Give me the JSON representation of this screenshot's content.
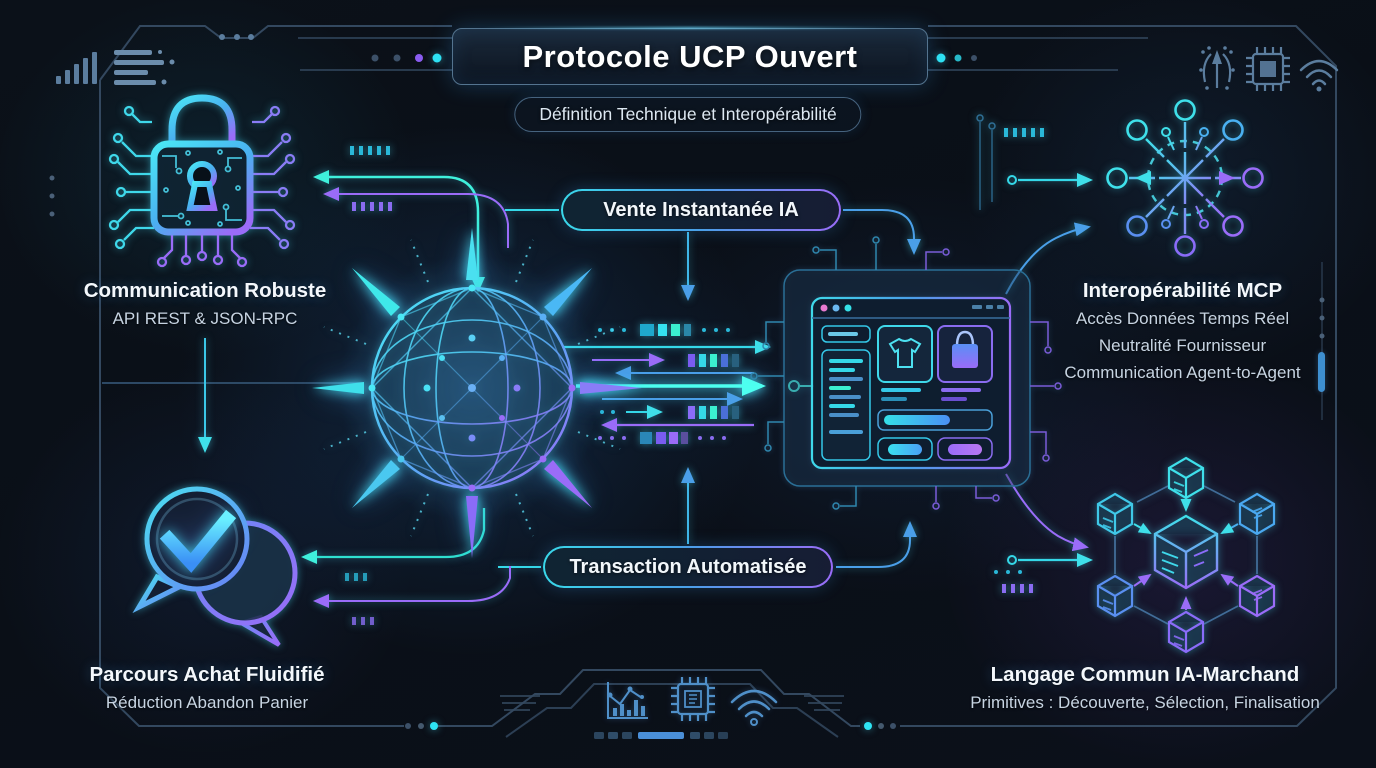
{
  "header": {
    "title": "Protocole UCP Ouvert",
    "subtitle": "Définition Technique et Interopérabilité"
  },
  "flow": {
    "top_label": "Vente Instantanée IA",
    "bottom_label": "Transaction Automatisée"
  },
  "features": {
    "top_left": {
      "title": "Communication Robuste",
      "lines": [
        "API REST & JSON-RPC"
      ]
    },
    "top_right": {
      "title": "Interopérabilité MCP",
      "lines": [
        "Accès Données Temps Réel",
        "Neutralité Fournisseur",
        "Communication Agent-to-Agent"
      ]
    },
    "bottom_left": {
      "title": "Parcours Achat Fluidifié",
      "lines": [
        "Réduction Abandon Panier"
      ]
    },
    "bottom_right": {
      "title": "Langage Commun IA-Marchand",
      "lines": [
        "Primitives : Découverte, Sélection, Finalisation"
      ]
    }
  },
  "icons": {
    "top_left_corner": [
      "signal-bars-icon",
      "menu-lines-icon"
    ],
    "top_right_corner": [
      "circuit-branch-icon",
      "chip-icon",
      "wifi-icon"
    ],
    "bottom_center": [
      "analytics-chart-icon",
      "chip-icon",
      "wifi-icon"
    ],
    "quadrants": [
      "circuit-padlock-icon",
      "network-hub-icon",
      "chat-check-icon",
      "cube-network-icon"
    ],
    "center": [
      "ai-network-sphere",
      "storefront-window"
    ]
  },
  "colors": {
    "background": "#0a0f17",
    "frame": "#33485f",
    "cyan": "#3fe3f2",
    "teal": "#2fe0c8",
    "blue": "#4a9fe8",
    "purple": "#9a6cf8",
    "pink": "#e87ad0",
    "text": "#f2f6fa",
    "subtext": "#c7d4e2"
  }
}
